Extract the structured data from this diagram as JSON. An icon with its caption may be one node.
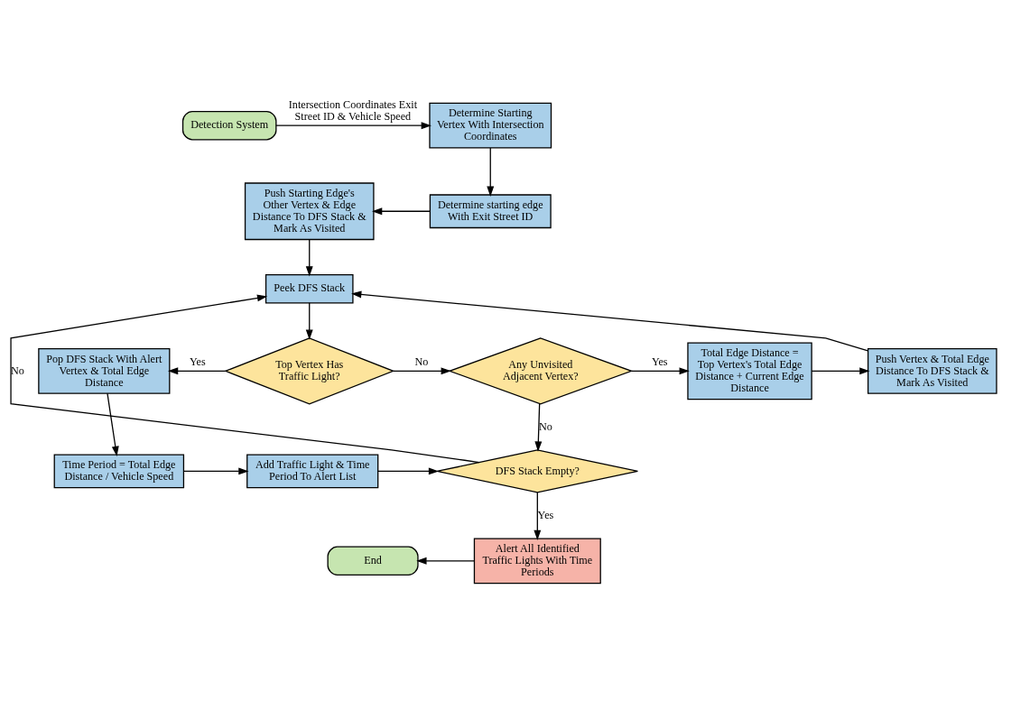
{
  "diagram": {
    "nodes": [
      {
        "text": [
          "Detection System"
        ]
      },
      {
        "text": [
          "Determine Starting Vertex With Intersection Coordinates"
        ]
      },
      {
        "text": [
          "Determine starting edge With Exit Street ID"
        ]
      },
      {
        "text": [
          "Push Starting Edge's Other Vertex & Edge Distance To DFS Stack & Mark As Visited"
        ]
      },
      {
        "text": [
          "Peek DFS Stack"
        ]
      },
      {
        "text": [
          "Pop DFS Stack With Alert Vertex & Total Edge Distance"
        ]
      },
      {
        "text": [
          "Top Vertex Has Traffic Light?"
        ]
      },
      {
        "text": [
          "Any Unvisited Adjacent Vertex?"
        ]
      },
      {
        "text": [
          "Total Edge Distance = Top Vertex's Total Edge Distance + Current Edge Distance"
        ]
      },
      {
        "text": [
          "Push Vertex & Total Edge Distance To DFS Stack & Mark As Visited"
        ]
      },
      {
        "text": [
          "Time Period = Total Edge Distance / Vehicle Speed"
        ]
      },
      {
        "text": [
          "Add Traffic Light & Time Period To Alert List"
        ]
      },
      {
        "text": [
          "DFS Stack Empty?"
        ]
      },
      {
        "text": [
          "End"
        ]
      },
      {
        "text": [
          "Alert All Identified Traffic Lights With Time Periods"
        ]
      }
    ],
    "edges": [
      {
        "from": 0,
        "to": 1,
        "arrow": "to",
        "label": "Intersection Coordinates Exit Street ID & Vehicle Speed"
      },
      {
        "from": 1,
        "to": 2,
        "arrow": "to"
      },
      {
        "from": 2,
        "to": 3,
        "arrow": "to"
      },
      {
        "from": 3,
        "to": 4,
        "arrow": "to"
      },
      {
        "from": 4,
        "to": 6,
        "arrow": "to"
      },
      {
        "from": 6,
        "to": 5,
        "arrow": "to",
        "label": "Yes"
      },
      {
        "from": 6,
        "to": 7,
        "arrow": "to",
        "label": "No"
      },
      {
        "from": 7,
        "to": 8,
        "arrow": "to",
        "label": "Yes"
      },
      {
        "from": 8,
        "to": 9,
        "arrow": "to"
      },
      {
        "from": 9,
        "to": 4,
        "arrow": "to"
      },
      {
        "from": 7,
        "to": 12,
        "arrow": "to",
        "label": "No"
      },
      {
        "from": 5,
        "to": 10,
        "arrow": "to"
      },
      {
        "from": 10,
        "to": 11,
        "arrow": "to"
      },
      {
        "from": 11,
        "to": 12,
        "arrow": "to"
      },
      {
        "from": 12,
        "to": 4,
        "arrow": "to",
        "label": "No"
      },
      {
        "from": 12,
        "to": 14,
        "arrow": "to",
        "label": "Yes"
      },
      {
        "from": 14,
        "to": 13,
        "arrow": "to"
      }
    ]
  }
}
